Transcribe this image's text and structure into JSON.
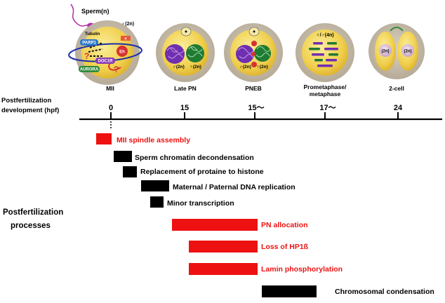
{
  "sperm": {
    "label": "Sperm(n)"
  },
  "oocyte_mii": {
    "ploidy": "♀(2n)",
    "proteins": {
      "tubulin": "Tubulin",
      "parp1": "PARP1",
      "doc1r": "DOC1R",
      "aurora": "AURORA",
      "eh": "Eh"
    },
    "question_mark": "?",
    "cross_mark": "×"
  },
  "late_pn": {
    "male": "♂(2n)",
    "female": "♀(2n)"
  },
  "pneb": {
    "male": "♂(2n)",
    "female": "♀(2n)"
  },
  "prometaphase": {
    "ploidy": "♀/♂(4n)"
  },
  "two_cell": {
    "left": "(2n)",
    "right": "(2n)"
  },
  "stages": [
    "MII",
    "Late PN",
    "PNEB",
    "Prometaphase/\nmetaphase",
    "2-cell"
  ],
  "timeline": {
    "title_line1": "Postfertilization",
    "title_line2": "development (hpf)",
    "ticks": [
      "0",
      "15",
      "15～",
      "17～",
      "24"
    ]
  },
  "processes_label": {
    "line1": "Postfertilization",
    "line2": "processes"
  },
  "processes": [
    {
      "label": "MII spindle assembly",
      "color": "#ee1111"
    },
    {
      "label": "Sperm chromatin decondensation",
      "color": "#000000"
    },
    {
      "label": "Replacement of protaine to histone",
      "color": "#000000"
    },
    {
      "label": "Maternal / Paternal DNA replication",
      "color": "#000000"
    },
    {
      "label": "Minor transcription",
      "color": "#000000"
    },
    {
      "label": "PN allocation",
      "color": "#ee1111"
    },
    {
      "label": "Loss of HP1ß",
      "color": "#ee1111"
    },
    {
      "label": "Lamin phosphorylation",
      "color": "#ee1111"
    },
    {
      "label": "Chromosomal condensation",
      "color": "#000000"
    }
  ]
}
